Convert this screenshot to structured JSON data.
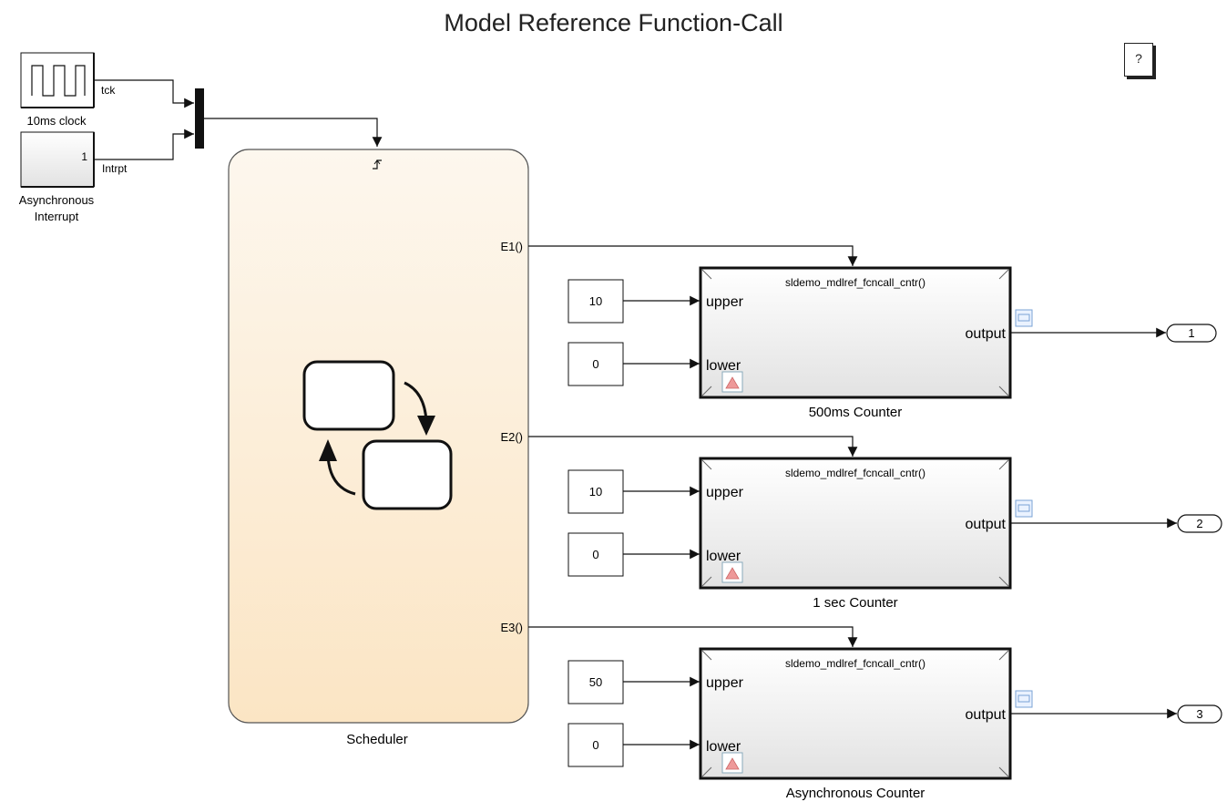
{
  "title": "Model Reference Function-Call",
  "help_label": "?",
  "sources": {
    "clock": {
      "name": "10ms clock",
      "port_label": "tck"
    },
    "interrupt": {
      "name_line1": "Asynchronous",
      "name_line2": "Interrupt",
      "value": "1",
      "port_label": "Intrpt"
    }
  },
  "scheduler": {
    "name": "Scheduler",
    "events": [
      "E1()",
      "E2()",
      "E3()"
    ]
  },
  "counters": [
    {
      "name": "500ms Counter",
      "model": "sldemo_mdlref_fcncall_cntr()",
      "upper_const": "10",
      "lower_const": "0",
      "in1": "upper",
      "in2": "lower",
      "out": "output",
      "outport": "1"
    },
    {
      "name": "1 sec Counter",
      "model": "sldemo_mdlref_fcncall_cntr()",
      "upper_const": "10",
      "lower_const": "0",
      "in1": "upper",
      "in2": "lower",
      "out": "output",
      "outport": "2"
    },
    {
      "name": "Asynchronous Counter",
      "model": "sldemo_mdlref_fcncall_cntr()",
      "upper_const": "50",
      "lower_const": "0",
      "in1": "upper",
      "in2": "lower",
      "out": "output",
      "outport": "3"
    }
  ],
  "colors": {
    "line": "#111111",
    "chart_fill_top": "#fdf6ec",
    "chart_fill_bottom": "#fbe6c6",
    "block_grad": "#e4e4e4"
  }
}
